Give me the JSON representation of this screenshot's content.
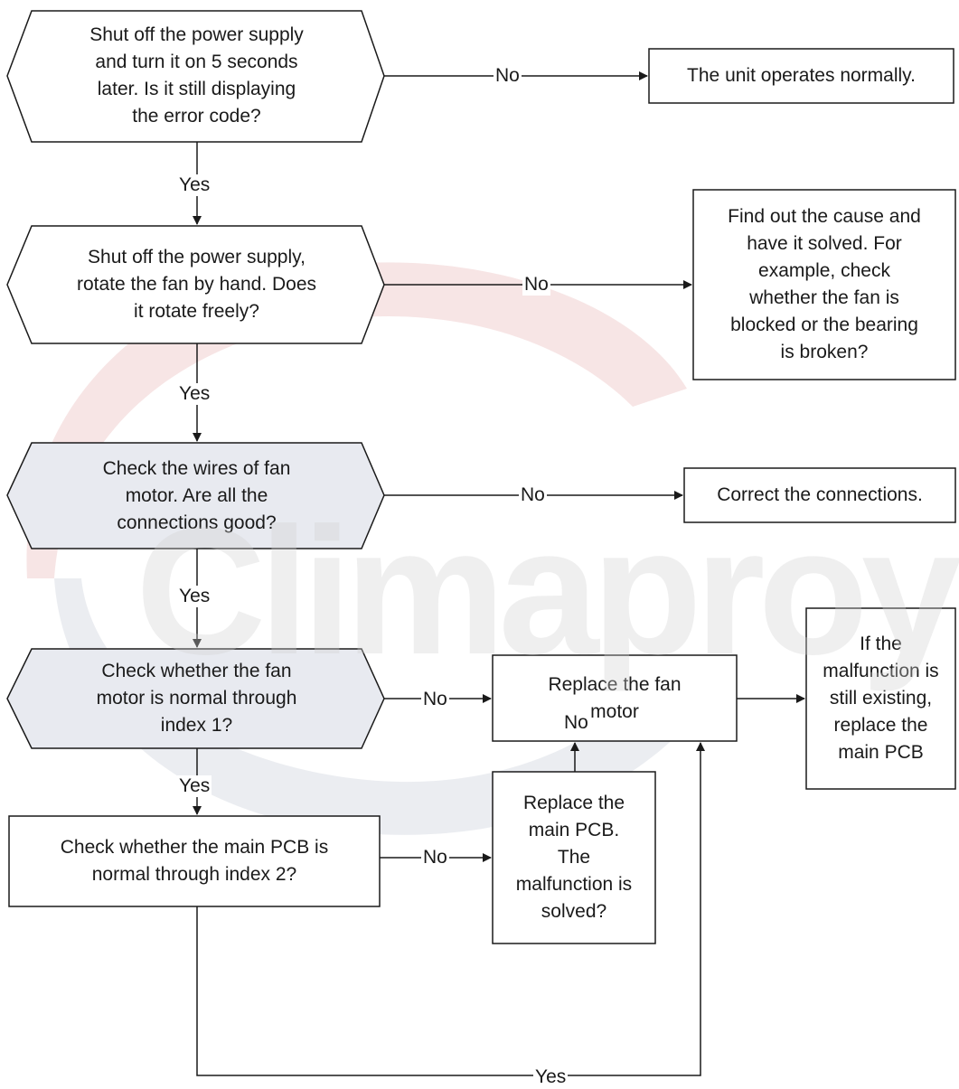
{
  "watermark": {
    "text": "Climaproyec"
  },
  "nodes": {
    "d1": "Shut off the power supply\nand turn it on 5 seconds\nlater. Is it still displaying\nthe error code?",
    "r1": "The unit operates normally.",
    "d2": "Shut off the power supply,\nrotate the fan by hand. Does\nit rotate freely?",
    "r2": "Find out the cause and\nhave it solved. For\nexample, check\nwhether the fan is\nblocked or the bearing\nis broken?",
    "d3": "Check the wires of fan\nmotor. Are all the\nconnections good?",
    "r3": "Correct the connections.",
    "d4": "Check whether the fan\nmotor is  normal through\nindex 1?",
    "r4": "Replace the fan\nmotor",
    "r5": "If the\nmalfunction is\nstill existing,\nreplace the\nmain PCB",
    "p5": "Check whether the main PCB is\nnormal through index 2?",
    "r6": "Replace the\nmain  PCB.\nThe\nmalfunction is\nsolved?"
  },
  "edge_labels": {
    "d1_no": "No",
    "d1_yes": "Yes",
    "d2_no": "No",
    "d2_yes": "Yes",
    "d3_no": "No",
    "d3_yes": "Yes",
    "d4_no": "No",
    "d4_yes": "Yes",
    "p5_no": "No",
    "r6_no": "No",
    "r6_yes": "Yes"
  },
  "colors": {
    "line": "#1a1a1a",
    "hexagon_fill": "#e8eaf0",
    "box_fill": "#ffffff",
    "watermark_red": "#e8b4b4",
    "watermark_blue": "#c5cbd8"
  }
}
